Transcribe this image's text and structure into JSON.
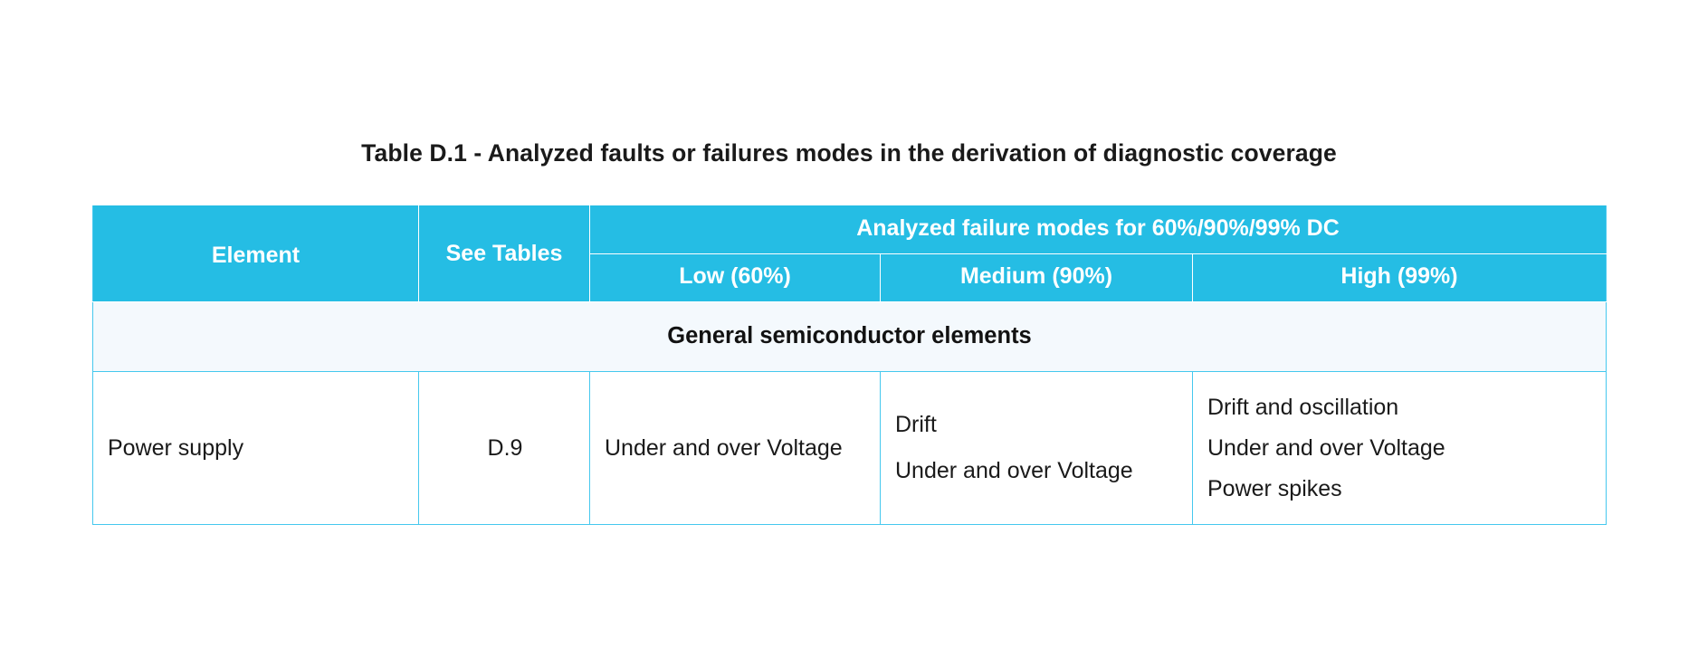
{
  "caption": "Table D.1 - Analyzed faults or failures modes in the derivation of diagnostic coverage",
  "colors": {
    "header_blue": "#25BDE4",
    "border_blue": "#45C8EE",
    "section_row_bg": "#F4F9FD",
    "header_text": "#FFFFFF",
    "body_text": "#1A1A1A"
  },
  "header": {
    "element": "Element",
    "see_tables": "See Tables",
    "group": "Analyzed failure modes for 60%/90%/99% DC",
    "sub": {
      "low": "Low (60%)",
      "medium": "Medium (90%)",
      "high": "High (99%)"
    }
  },
  "sections": [
    {
      "title": "General semiconductor elements",
      "rows": [
        {
          "element": "Power supply",
          "see_tables": "D.9",
          "low": [
            "Under and over Voltage"
          ],
          "medium": [
            "Drift",
            "Under and over Voltage"
          ],
          "high": [
            "Drift and oscillation",
            "Under and over Voltage",
            "Power spikes"
          ]
        }
      ]
    }
  ]
}
